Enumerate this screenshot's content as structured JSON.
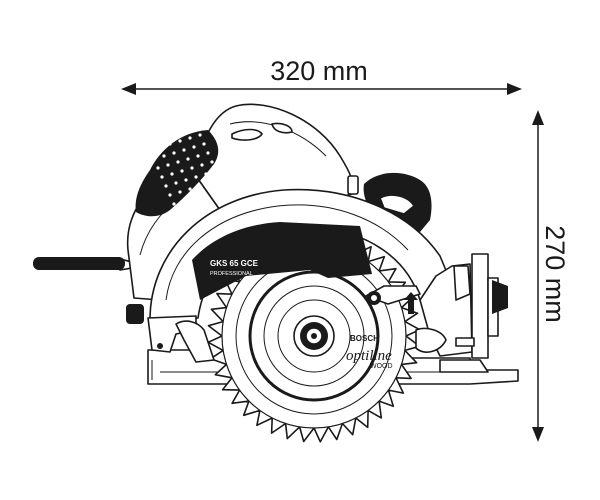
{
  "dimensions": {
    "width_label": "320 mm",
    "height_label": "270 mm"
  },
  "product": {
    "brand": "BOSCH",
    "model": "GKS 65 GCE",
    "line": "PROFESSIONAL",
    "blade_brand": "BOSCH",
    "blade_name": "optiline",
    "blade_type": "WOOD"
  },
  "icons": {
    "arrow_left": "arrow-left-icon",
    "arrow_right": "arrow-right-icon",
    "arrow_up": "arrow-up-icon",
    "arrow_down": "arrow-down-icon"
  }
}
